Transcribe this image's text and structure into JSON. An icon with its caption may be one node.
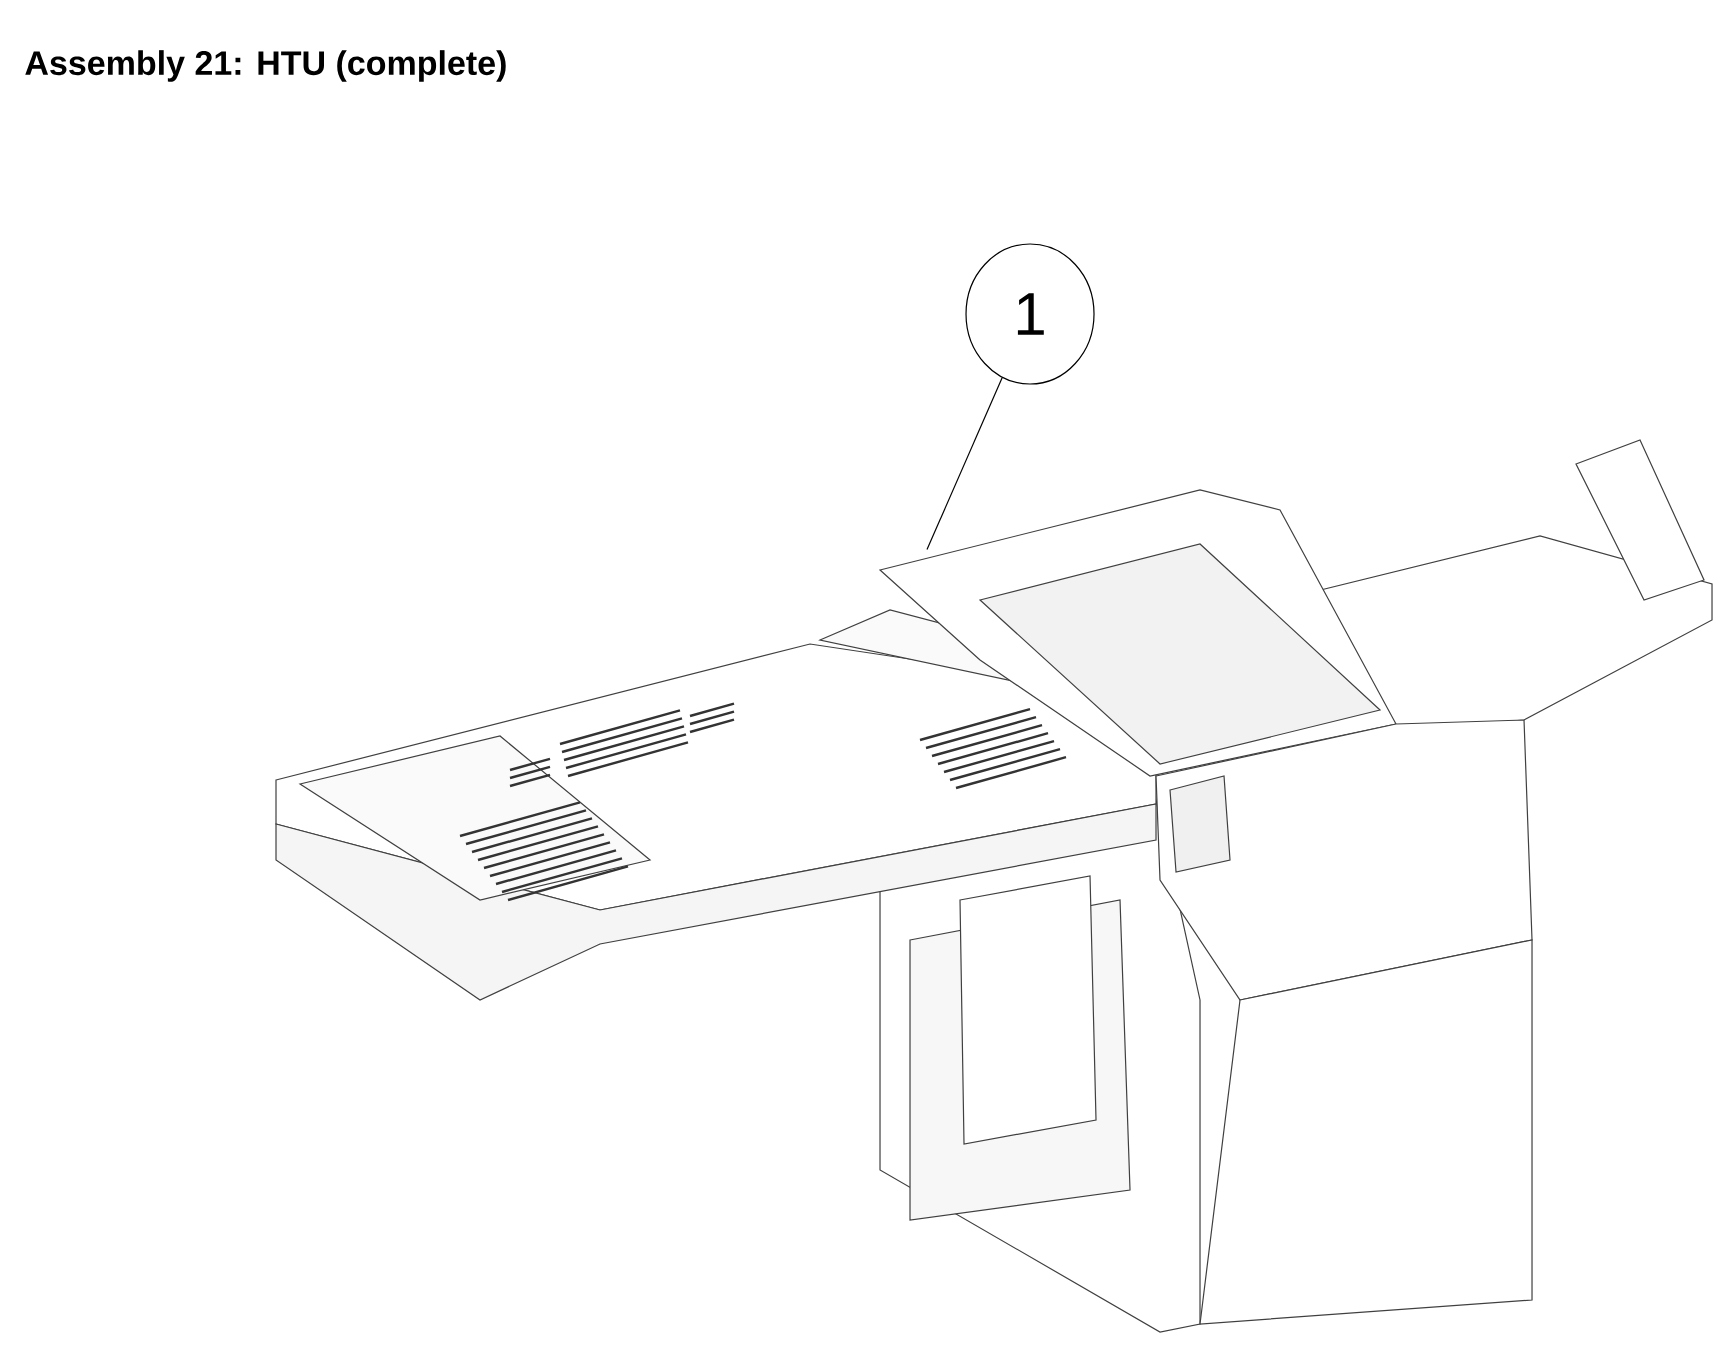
{
  "diagram": {
    "title": "Assembly 21:  HTU (complete)",
    "nodes": [
      {
        "text": [
          "1"
        ]
      },
      {
        "text": [],
        "shape": "picture"
      }
    ],
    "edges": [
      {
        "from": 0,
        "to": 1,
        "arrow": "none"
      }
    ]
  }
}
